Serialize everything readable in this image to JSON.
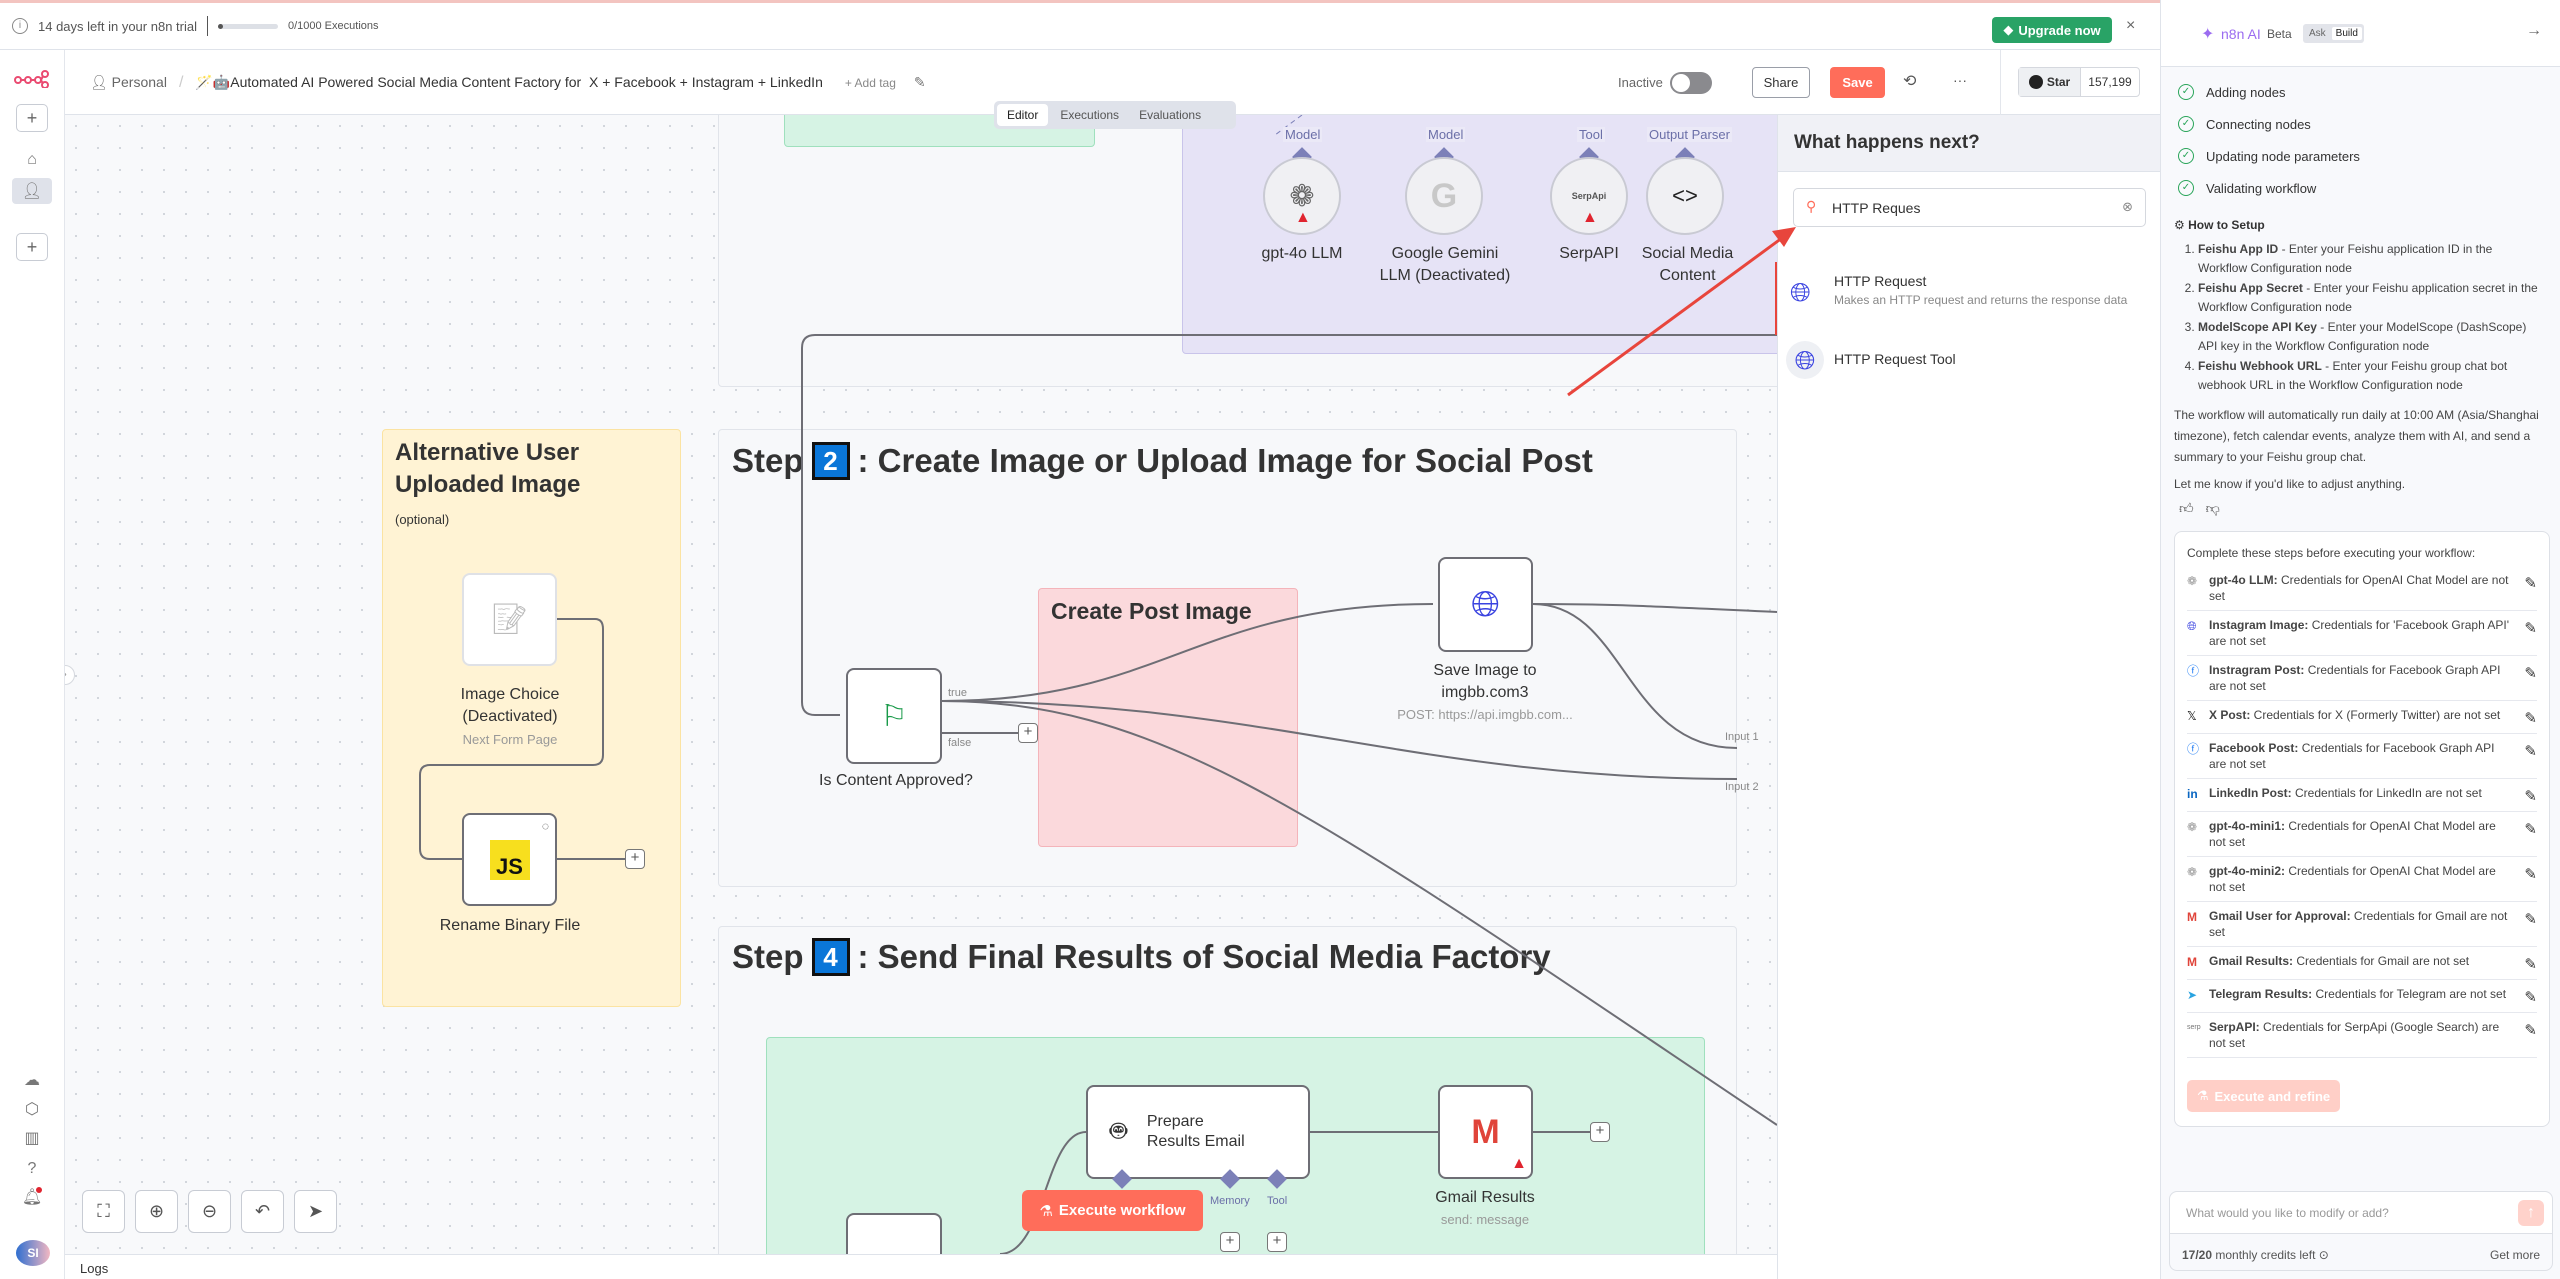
{
  "banner": {
    "trial_text": "14 days left in your n8n trial",
    "executions": "0/1000 Executions",
    "executions_progress": 0,
    "upgrade_label": "Upgrade now",
    "close_label": "×"
  },
  "header": {
    "project": "Personal",
    "workflow_title": "🪄🤖Automated AI Powered Social Media Content Factory for  X + Facebook + Instagram + LinkedIn",
    "add_tag": "+ Add tag",
    "status_label": "Inactive",
    "active": false,
    "share_label": "Share",
    "save_label": "Save",
    "more_label": "···",
    "github_star_label": "Star",
    "github_stars": "157,199"
  },
  "tabs": [
    {
      "label": "Editor",
      "active": true
    },
    {
      "label": "Executions",
      "active": false
    },
    {
      "label": "Evaluations",
      "active": false
    }
  ],
  "sidebar": {
    "avatar_initials": "SI"
  },
  "canvas": {
    "subnodes": [
      {
        "type_label": "Model",
        "name": "gpt-4o LLM",
        "icon": "openai-icon",
        "warning": true
      },
      {
        "type_label": "Model",
        "name": "Google Gemini LLM (Deactivated)",
        "icon": "google-icon",
        "warning": false
      },
      {
        "type_label": "Tool",
        "name": "SerpAPI",
        "icon_text": "SerpApi",
        "warning": true
      },
      {
        "type_label": "Output Parser",
        "name": "Social Media Content",
        "icon": "code-icon",
        "warning": false
      }
    ],
    "alt_sticky": {
      "title": "Alternative User Uploaded Image",
      "subtitle": "(optional)"
    },
    "image_choice": {
      "name": "Image Choice (Deactivated)",
      "subtitle": "Next Form Page"
    },
    "rename_binary": {
      "name": "Rename Binary File",
      "icon_text": "JS"
    },
    "step2": {
      "prefix": "Step",
      "number": "2",
      "title": ": Create Image or Upload Image for Social Post"
    },
    "create_post_sticky": "Create Post Image",
    "is_approved": {
      "name": "Is Content Approved?",
      "true_label": "true",
      "false_label": "false"
    },
    "save_image": {
      "name": "Save Image to imgbb.com3",
      "subtitle": "POST: https://api.imgbb.com..."
    },
    "merge_inputs": [
      "Input 1",
      "Input 2"
    ],
    "step4": {
      "prefix": "Step",
      "number": "4",
      "title": ": Send Final Results of Social Media Factory"
    },
    "prepare_email": {
      "name": "Prepare Results Email",
      "ports": [
        "Memory",
        "Tool"
      ]
    },
    "gmail_results": {
      "name": "Gmail Results",
      "subtitle": "send: message",
      "warning": true
    },
    "execute_label": "Execute workflow",
    "logs_label": "Logs"
  },
  "creator": {
    "title": "What happens next?",
    "search_value": "HTTP Reques",
    "results": [
      {
        "name": "HTTP Request",
        "description": "Makes an HTTP request and returns the response data"
      },
      {
        "name": "HTTP Request Tool"
      }
    ]
  },
  "ai": {
    "title": "n8n AI",
    "badge": "Beta",
    "mode_ask": "Ask",
    "mode_build": "Build",
    "progress": [
      "Adding nodes",
      "Connecting nodes",
      "Updating node parameters",
      "Validating workflow"
    ],
    "setup_heading": "How to Setup",
    "setup_steps": [
      {
        "bold": "Feishu App ID",
        "text": " - Enter your Feishu application ID in the Workflow Configuration node"
      },
      {
        "bold": "Feishu App Secret",
        "text": " - Enter your Feishu application secret in the Workflow Configuration node"
      },
      {
        "bold": "ModelScope API Key",
        "text": " - Enter your ModelScope (DashScope) API key in the Workflow Configuration node"
      },
      {
        "bold": "Feishu Webhook URL",
        "text": " - Enter your Feishu group chat bot webhook URL in the Workflow Configuration node"
      }
    ],
    "summary": "The workflow will automatically run daily at 10:00 AM (Asia/Shanghai timezone), fetch calendar events, analyze them with AI, and send a summary to your Feishu group chat.",
    "closing": "Let me know if you'd like to adjust anything.",
    "checklist_title": "Complete these steps before executing your workflow:",
    "credentials": [
      {
        "icon": "openai",
        "node": "gpt-4o LLM:",
        "text": " Credentials for OpenAI Chat Model are not set"
      },
      {
        "icon": "globe",
        "node": "Instagram Image:",
        "text": " Credentials for 'Facebook Graph API' are not set"
      },
      {
        "icon": "facebook",
        "node": "Instragram Post:",
        "text": " Credentials for Facebook Graph API are not set"
      },
      {
        "icon": "x",
        "node": "X Post:",
        "text": " Credentials for X (Formerly Twitter) are not set"
      },
      {
        "icon": "facebook",
        "node": "Facebook Post:",
        "text": " Credentials for Facebook Graph API are not set"
      },
      {
        "icon": "linkedin",
        "node": "LinkedIn Post:",
        "text": " Credentials for LinkedIn are not set"
      },
      {
        "icon": "openai",
        "node": "gpt-4o-mini1:",
        "text": " Credentials for OpenAI Chat Model are not set"
      },
      {
        "icon": "openai",
        "node": "gpt-4o-mini2:",
        "text": " Credentials for OpenAI Chat Model are not set"
      },
      {
        "icon": "gmail",
        "node": "Gmail User for Approval:",
        "text": " Credentials for Gmail are not set"
      },
      {
        "icon": "gmail",
        "node": "Gmail Results:",
        "text": " Credentials for Gmail are not set"
      },
      {
        "icon": "telegram",
        "node": "Telegram Results:",
        "text": " Credentials for Telegram are not set"
      },
      {
        "icon": "serpapi",
        "node": "SerpAPI:",
        "text": " Credentials for SerpApi (Google Search) are not set"
      }
    ],
    "execute_refine_label": "Execute and refine",
    "input_placeholder": "What would you like to modify or add?",
    "credits_count": "17/20",
    "credits_text": " monthly credits left",
    "get_more": "Get more"
  },
  "colors": {
    "accent": "#ff6d5a",
    "upgrade": "#29a366",
    "step_badge": "#0a76d8",
    "purple_sticky": "#e6e3f6",
    "green_sticky": "#d6f3e4",
    "yellow_sticky": "#fff3d4",
    "red_sticky": "#fbd9dc"
  }
}
